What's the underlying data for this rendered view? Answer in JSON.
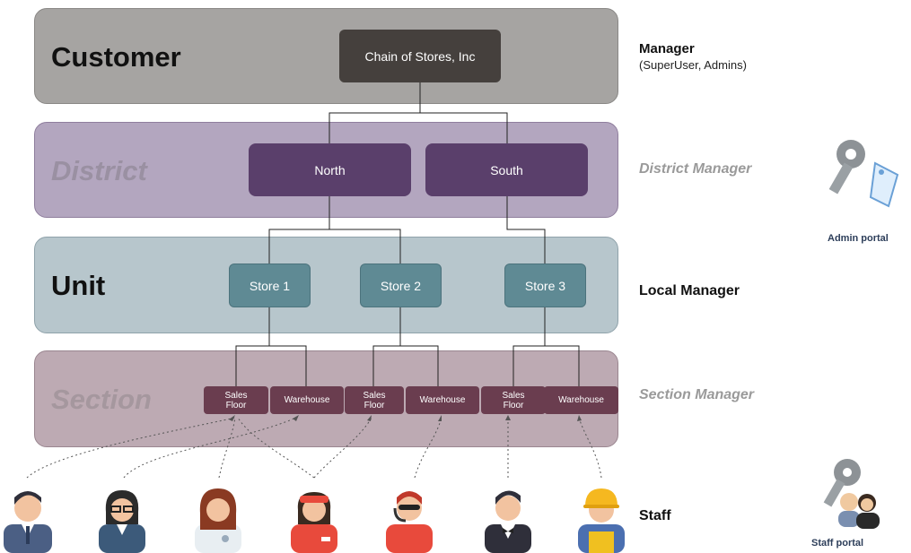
{
  "levels": {
    "customer": "Customer",
    "district": "District",
    "unit": "Unit",
    "section": "Section"
  },
  "nodes": {
    "root": "Chain of Stores, Inc",
    "north": "North",
    "south": "South",
    "store1": "Store 1",
    "store2": "Store 2",
    "store3": "Store 3",
    "sales_line1": "Sales",
    "sales_line2": "Floor",
    "warehouse": "Warehouse"
  },
  "roles": {
    "manager": "Manager",
    "manager_sub": "(SuperUser, Admins)",
    "district_manager": "District Manager",
    "local_manager": "Local Manager",
    "section_manager": "Section Manager",
    "staff": "Staff"
  },
  "portals": {
    "admin": "Admin portal",
    "staff": "Staff portal"
  },
  "icons": [
    "key-tag-icon",
    "key-users-icon",
    "person-avatar-icon"
  ],
  "colors": {
    "customer_band": "#a6a4a2",
    "district_band": "#b3a6bf",
    "unit_band": "#b7c6cc",
    "section_band": "#bdaab3",
    "root_node": "#45403d",
    "district_node": "#5a3f6b",
    "store_node": "#5f8a94",
    "section_node": "#6a3d4f"
  }
}
